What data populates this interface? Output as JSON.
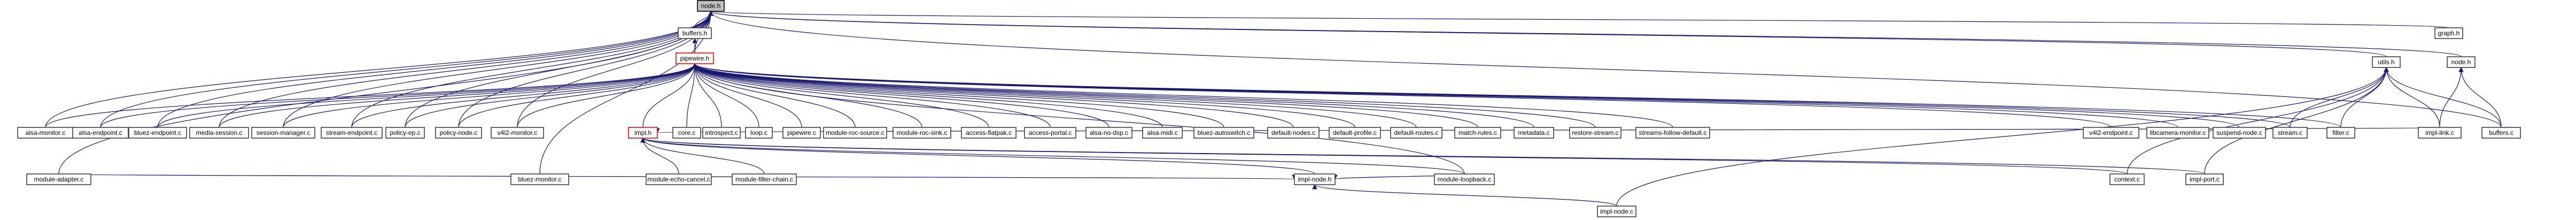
{
  "diagram": {
    "type": "include-dependency-graph",
    "edge_color": "#191970",
    "root": "node.h",
    "highlighted": [
      "pipewire.h",
      "impl.h"
    ],
    "nodes": [
      {
        "id": "node_h",
        "label": "node.h",
        "kind": "root"
      },
      {
        "id": "buffers_h",
        "label": "buffers.h"
      },
      {
        "id": "pipewire_h",
        "label": "pipewire.h",
        "kind": "highlight"
      },
      {
        "id": "graph_h",
        "label": "graph.h"
      },
      {
        "id": "utils_h",
        "label": "utils.h"
      },
      {
        "id": "node_h2",
        "label": "node.h"
      },
      {
        "id": "alsa_monitor_c",
        "label": "alsa-monitor.c"
      },
      {
        "id": "alsa_endpoint_c",
        "label": "alsa-endpoint.c"
      },
      {
        "id": "bluez_endpoint_c",
        "label": "bluez-endpoint.c"
      },
      {
        "id": "media_session_c",
        "label": "media-session.c"
      },
      {
        "id": "session_manager_c",
        "label": "session-manager.c"
      },
      {
        "id": "stream_endpoint_c",
        "label": "stream-endpoint.c"
      },
      {
        "id": "policy_ep_c",
        "label": "policy-ep.c"
      },
      {
        "id": "policy_node_c",
        "label": "policy-node.c"
      },
      {
        "id": "v4l2_monitor_c",
        "label": "v4l2-monitor.c"
      },
      {
        "id": "impl_h",
        "label": "impl.h",
        "kind": "highlight"
      },
      {
        "id": "core_c",
        "label": "core.c"
      },
      {
        "id": "introspect_c",
        "label": "introspect.c"
      },
      {
        "id": "loop_c",
        "label": "loop.c"
      },
      {
        "id": "pipewire_c",
        "label": "pipewire.c"
      },
      {
        "id": "module_roc_source_c",
        "label": "module-roc-source.c"
      },
      {
        "id": "module_roc_sink_c",
        "label": "module-roc-sink.c"
      },
      {
        "id": "access_flatpak_c",
        "label": "access-flatpak.c"
      },
      {
        "id": "access_portal_c",
        "label": "access-portal.c"
      },
      {
        "id": "alsa_no_dsp_c",
        "label": "alsa-no-dsp.c"
      },
      {
        "id": "alsa_midi_c",
        "label": "alsa-midi.c"
      },
      {
        "id": "bluez_autoswitch_c",
        "label": "bluez-autoswitch.c"
      },
      {
        "id": "default_nodes_c",
        "label": "default-nodes.c"
      },
      {
        "id": "default_profile_c",
        "label": "default-profile.c"
      },
      {
        "id": "default_routes_c",
        "label": "default-routes.c"
      },
      {
        "id": "match_rules_c",
        "label": "match-rules.c"
      },
      {
        "id": "metadata_c",
        "label": "metadata.c"
      },
      {
        "id": "restore_stream_c",
        "label": "restore-stream.c"
      },
      {
        "id": "streams_follow_default_c",
        "label": "streams-follow-default.c"
      },
      {
        "id": "v4l2_endpoint_c",
        "label": "v4l2-endpoint.c"
      },
      {
        "id": "libcamera_monitor_c",
        "label": "libcamera-monitor.c"
      },
      {
        "id": "suspend_node_c",
        "label": "suspend-node.c"
      },
      {
        "id": "stream_c",
        "label": "stream.c"
      },
      {
        "id": "filter_c",
        "label": "filter.c"
      },
      {
        "id": "impl_link_c",
        "label": "impl-link.c"
      },
      {
        "id": "buffers_c",
        "label": "buffers.c"
      },
      {
        "id": "module_adapter_c",
        "label": "module-adapter.c"
      },
      {
        "id": "bluez_monitor_c",
        "label": "bluez-monitor.c"
      },
      {
        "id": "module_echo_cancel_c",
        "label": "module-echo-cancel.c"
      },
      {
        "id": "module_filter_chain_c",
        "label": "module-filter-chain.c"
      },
      {
        "id": "impl_node_h",
        "label": "impl-node.h"
      },
      {
        "id": "module_loopback_c",
        "label": "module-loopback.c"
      },
      {
        "id": "context_c",
        "label": "context.c"
      },
      {
        "id": "impl_port_c",
        "label": "impl-port.c"
      },
      {
        "id": "impl_node_c",
        "label": "impl-node.c"
      }
    ],
    "edges": [
      [
        "buffers_h",
        "node_h"
      ],
      [
        "pipewire_h",
        "buffers_h"
      ],
      [
        "pipewire_h",
        "node_h"
      ],
      [
        "graph_h",
        "node_h"
      ],
      [
        "utils_h",
        "node_h"
      ],
      [
        "node_h2",
        "node_h"
      ],
      [
        "buffers_c",
        "node_h"
      ],
      [
        "alsa_monitor_c",
        "node_h"
      ],
      [
        "alsa_endpoint_c",
        "node_h"
      ],
      [
        "bluez_endpoint_c",
        "node_h"
      ],
      [
        "media_session_c",
        "node_h"
      ],
      [
        "session_manager_c",
        "node_h"
      ],
      [
        "stream_endpoint_c",
        "node_h"
      ],
      [
        "policy_ep_c",
        "node_h"
      ],
      [
        "policy_node_c",
        "node_h"
      ],
      [
        "v4l2_monitor_c",
        "node_h"
      ],
      [
        "module_adapter_c",
        "node_h"
      ],
      [
        "bluez_monitor_c",
        "node_h"
      ],
      [
        "alsa_monitor_c",
        "pipewire_h"
      ],
      [
        "alsa_endpoint_c",
        "pipewire_h"
      ],
      [
        "bluez_endpoint_c",
        "pipewire_h"
      ],
      [
        "media_session_c",
        "pipewire_h"
      ],
      [
        "session_manager_c",
        "pipewire_h"
      ],
      [
        "stream_endpoint_c",
        "pipewire_h"
      ],
      [
        "policy_ep_c",
        "pipewire_h"
      ],
      [
        "policy_node_c",
        "pipewire_h"
      ],
      [
        "v4l2_monitor_c",
        "pipewire_h"
      ],
      [
        "impl_h",
        "pipewire_h"
      ],
      [
        "core_c",
        "pipewire_h"
      ],
      [
        "introspect_c",
        "pipewire_h"
      ],
      [
        "loop_c",
        "pipewire_h"
      ],
      [
        "pipewire_c",
        "pipewire_h"
      ],
      [
        "module_roc_source_c",
        "pipewire_h"
      ],
      [
        "module_roc_sink_c",
        "pipewire_h"
      ],
      [
        "access_flatpak_c",
        "pipewire_h"
      ],
      [
        "access_portal_c",
        "pipewire_h"
      ],
      [
        "alsa_no_dsp_c",
        "pipewire_h"
      ],
      [
        "alsa_midi_c",
        "pipewire_h"
      ],
      [
        "bluez_autoswitch_c",
        "pipewire_h"
      ],
      [
        "default_nodes_c",
        "pipewire_h"
      ],
      [
        "default_profile_c",
        "pipewire_h"
      ],
      [
        "default_routes_c",
        "pipewire_h"
      ],
      [
        "match_rules_c",
        "pipewire_h"
      ],
      [
        "metadata_c",
        "pipewire_h"
      ],
      [
        "restore_stream_c",
        "pipewire_h"
      ],
      [
        "streams_follow_default_c",
        "pipewire_h"
      ],
      [
        "v4l2_endpoint_c",
        "pipewire_h"
      ],
      [
        "libcamera_monitor_c",
        "pipewire_h"
      ],
      [
        "suspend_node_c",
        "pipewire_h"
      ],
      [
        "stream_c",
        "pipewire_h"
      ],
      [
        "filter_c",
        "pipewire_h"
      ],
      [
        "module_loopback_c",
        "pipewire_h"
      ],
      [
        "module_echo_cancel_c",
        "impl_h"
      ],
      [
        "module_filter_chain_c",
        "impl_h"
      ],
      [
        "impl_node_h",
        "impl_h"
      ],
      [
        "context_c",
        "impl_h"
      ],
      [
        "impl_port_c",
        "impl_h"
      ],
      [
        "module_loopback_c",
        "impl_h"
      ],
      [
        "impl_link_c",
        "impl_h"
      ],
      [
        "impl_node_c",
        "impl_node_h"
      ],
      [
        "module_adapter_c",
        "impl_node_h"
      ],
      [
        "module_loopback_c",
        "impl_node_h"
      ],
      [
        "stream_c",
        "utils_h"
      ],
      [
        "filter_c",
        "utils_h"
      ],
      [
        "impl_link_c",
        "utils_h"
      ],
      [
        "buffers_c",
        "utils_h"
      ],
      [
        "context_c",
        "utils_h"
      ],
      [
        "impl_port_c",
        "utils_h"
      ],
      [
        "impl_node_c",
        "utils_h"
      ],
      [
        "impl_link_c",
        "node_h2"
      ],
      [
        "buffers_c",
        "node_h2"
      ]
    ]
  }
}
